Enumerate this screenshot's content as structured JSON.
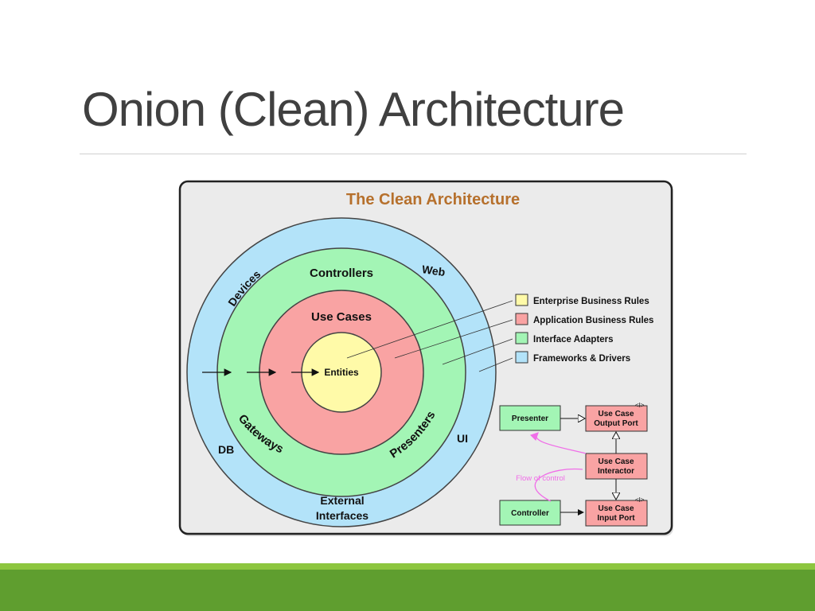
{
  "slide": {
    "title": "Onion (Clean) Architecture"
  },
  "diagram": {
    "heading": "The Clean Architecture",
    "rings": {
      "outer_labels": [
        "Devices",
        "Web",
        "DB",
        "UI",
        "External",
        "Interfaces"
      ],
      "adapter_labels": [
        "Controllers",
        "Gateways",
        "Presenters"
      ],
      "usecase_label": "Use Cases",
      "core_label": "Entities"
    },
    "legend": [
      {
        "label": "Enterprise Business Rules",
        "color": "#fffaa8"
      },
      {
        "label": "Application Business Rules",
        "color": "#f9a3a3"
      },
      {
        "label": "Interface Adapters",
        "color": "#a3f5b5"
      },
      {
        "label": "Frameworks & Drivers",
        "color": "#b3e3f9"
      }
    ],
    "flow": {
      "presenter": "Presenter",
      "output_port_line1": "Use Case",
      "output_port_line2": "Output Port",
      "interactor_line1": "Use Case",
      "interactor_line2": "Interactor",
      "controller": "Controller",
      "input_port_line1": "Use Case",
      "input_port_line2": "Input Port",
      "flow_label": "Flow of control"
    },
    "colors": {
      "heading": "#b6702c",
      "flow_label": "#f06ee8"
    }
  },
  "footer": {
    "accent_light": "#8dc63f",
    "accent_dark": "#5f9e2f"
  }
}
